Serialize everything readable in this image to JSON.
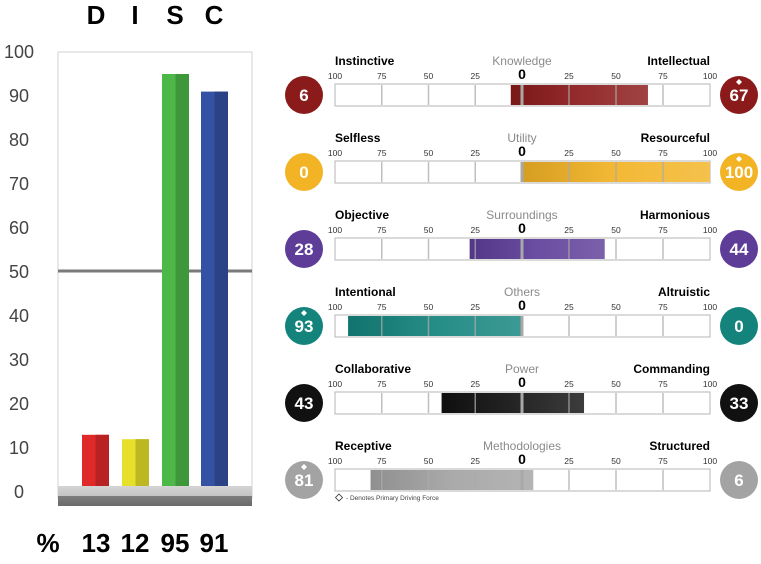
{
  "chart_data": [
    {
      "type": "bar",
      "categories": [
        "D",
        "I",
        "S",
        "C"
      ],
      "values": [
        13,
        12,
        95,
        91
      ],
      "value_labels": [
        "13",
        "12",
        "95",
        "91"
      ],
      "percent_label": "%",
      "colors": [
        "#e02a2a",
        "#e7e02a",
        "#4db848",
        "#3452a4"
      ],
      "yticks": [
        "0",
        "10",
        "20",
        "30",
        "40",
        "50",
        "60",
        "70",
        "80",
        "90",
        "100"
      ],
      "ylim": [
        0,
        100
      ],
      "reference_line": 50,
      "grid": false
    },
    {
      "type": "bar",
      "orientation": "horizontal-diverging",
      "scale_labels": [
        "100",
        "75",
        "50",
        "25",
        "0",
        "25",
        "50",
        "75",
        "100"
      ],
      "zero_label": "0",
      "note": "- Denotes Primary Driving Force",
      "rows": [
        {
          "center": "Knowledge",
          "left": "Instinctive",
          "right": "Intellectual",
          "left_value": 6,
          "right_value": 67,
          "left_text": "6",
          "right_text": "67",
          "primary": "right",
          "color": "#8b1a1a"
        },
        {
          "center": "Utility",
          "left": "Selfless",
          "right": "Resourceful",
          "left_value": 0,
          "right_value": 100,
          "left_text": "0",
          "right_text": "100",
          "primary": "right",
          "color": "#f2b325"
        },
        {
          "center": "Surroundings",
          "left": "Objective",
          "right": "Harmonious",
          "left_value": 28,
          "right_value": 44,
          "left_text": "28",
          "right_text": "44",
          "primary": "",
          "color": "#5e3d99"
        },
        {
          "center": "Others",
          "left": "Intentional",
          "right": "Altruistic",
          "left_value": 93,
          "right_value": 0,
          "left_text": "93",
          "right_text": "0",
          "primary": "left",
          "color": "#13837c"
        },
        {
          "center": "Power",
          "left": "Collaborative",
          "right": "Commanding",
          "left_value": 43,
          "right_value": 33,
          "left_text": "43",
          "right_text": "33",
          "primary": "",
          "color": "#111111"
        },
        {
          "center": "Methodologies",
          "left": "Receptive",
          "right": "Structured",
          "left_value": 81,
          "right_value": 6,
          "left_text": "81",
          "right_text": "6",
          "primary": "left",
          "color": "#a3a3a3"
        }
      ]
    }
  ]
}
